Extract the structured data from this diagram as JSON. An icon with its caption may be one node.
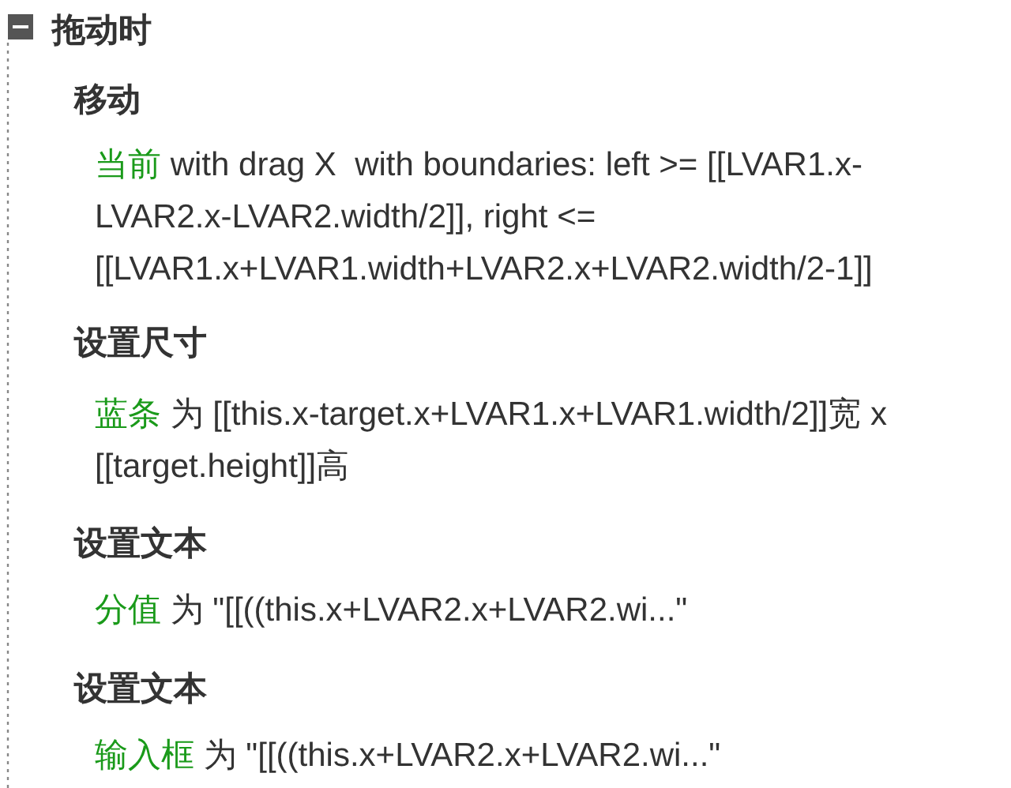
{
  "diagram": {
    "labels": [
      "拖动时",
      "移动",
      "当前",
      "with drag X  with boundaries: left >= [[LVAR1.x-LVAR2.x-LVAR2.width/2]], right <= [[LVAR1.x+LVAR1.width+LVAR2.x+LVAR2.width/2-1]]",
      "设置尺寸",
      "蓝条",
      "为 [[this.x-target.x+LVAR1.x+LVAR1.width/2]]宽 x [[target.height]]高",
      "设置文本",
      "分值",
      "为 \"[[((this.x+LVAR2.x+LVAR2.wi...\"",
      "设置文本",
      "输入框",
      "为 \"[[((this.x+LVAR2.x+LVAR2.wi...\""
    ]
  }
}
